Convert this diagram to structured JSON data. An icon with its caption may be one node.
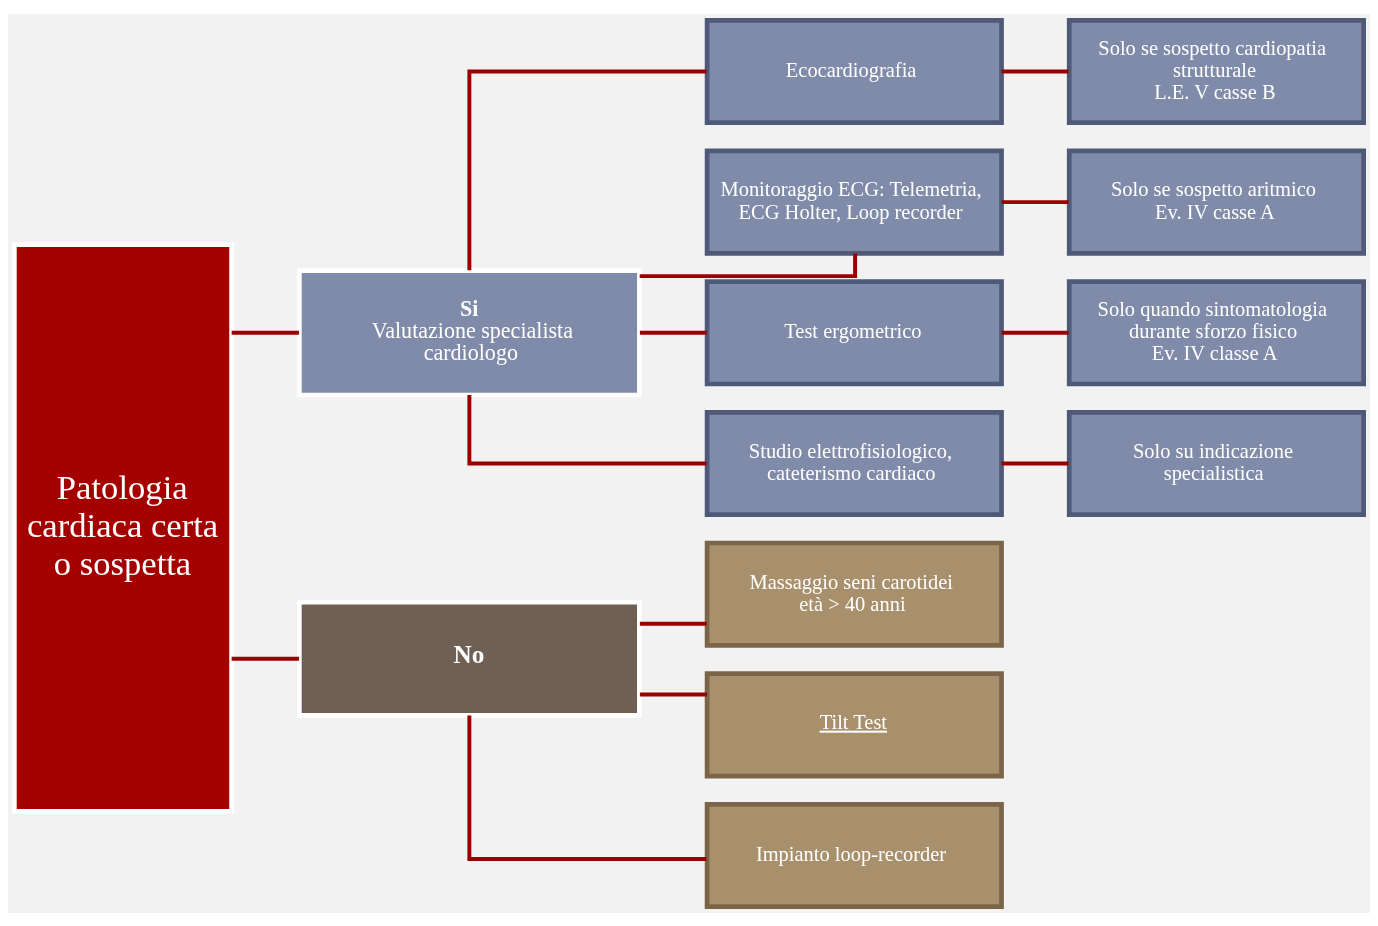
{
  "diagram": {
    "nodes": [
      {
        "text": [
          "Patologia cardiaca certa o sospetta"
        ]
      },
      {
        "text": [
          "Si",
          "Valutazione specialista cardiologo"
        ]
      },
      {
        "text": [
          "No"
        ]
      },
      {
        "text": [
          "Ecocardiografia"
        ]
      },
      {
        "text": [
          "Monitoraggio ECG: Telemetria, ECG Holter, Loop recorder"
        ]
      },
      {
        "text": [
          "Test ergometrico"
        ]
      },
      {
        "text": [
          "Studio elettrofisiologico, cateterismo cardiaco"
        ]
      },
      {
        "text": [
          "Solo se sospetto cardiopatia strutturale",
          "L.E. V casse B"
        ]
      },
      {
        "text": [
          "Solo se sospetto aritmico",
          "Ev. IV casse A"
        ]
      },
      {
        "text": [
          "Solo quando sintomatologia durante sforzo fisico",
          "Ev. IV classe A"
        ]
      },
      {
        "text": [
          "Solo su indicazione specialistica"
        ]
      },
      {
        "text": [
          "Massaggio seni carotidei",
          "età > 40 anni"
        ]
      },
      {
        "text": [
          "Tilt Test"
        ]
      },
      {
        "text": [
          "Impianto loop-recorder"
        ]
      }
    ],
    "edges": [
      {
        "from": 0,
        "to": 1,
        "arrow": "none"
      },
      {
        "from": 0,
        "to": 2,
        "arrow": "none"
      },
      {
        "from": 1,
        "to": 3,
        "arrow": "none"
      },
      {
        "from": 1,
        "to": 4,
        "arrow": "none"
      },
      {
        "from": 1,
        "to": 5,
        "arrow": "none"
      },
      {
        "from": 1,
        "to": 6,
        "arrow": "none"
      },
      {
        "from": 3,
        "to": 7,
        "arrow": "none"
      },
      {
        "from": 4,
        "to": 8,
        "arrow": "none"
      },
      {
        "from": 5,
        "to": 9,
        "arrow": "none"
      },
      {
        "from": 6,
        "to": 10,
        "arrow": "none"
      },
      {
        "from": 2,
        "to": 11,
        "arrow": "none"
      },
      {
        "from": 2,
        "to": 12,
        "arrow": "none"
      },
      {
        "from": 2,
        "to": 13,
        "arrow": "none"
      }
    ]
  }
}
